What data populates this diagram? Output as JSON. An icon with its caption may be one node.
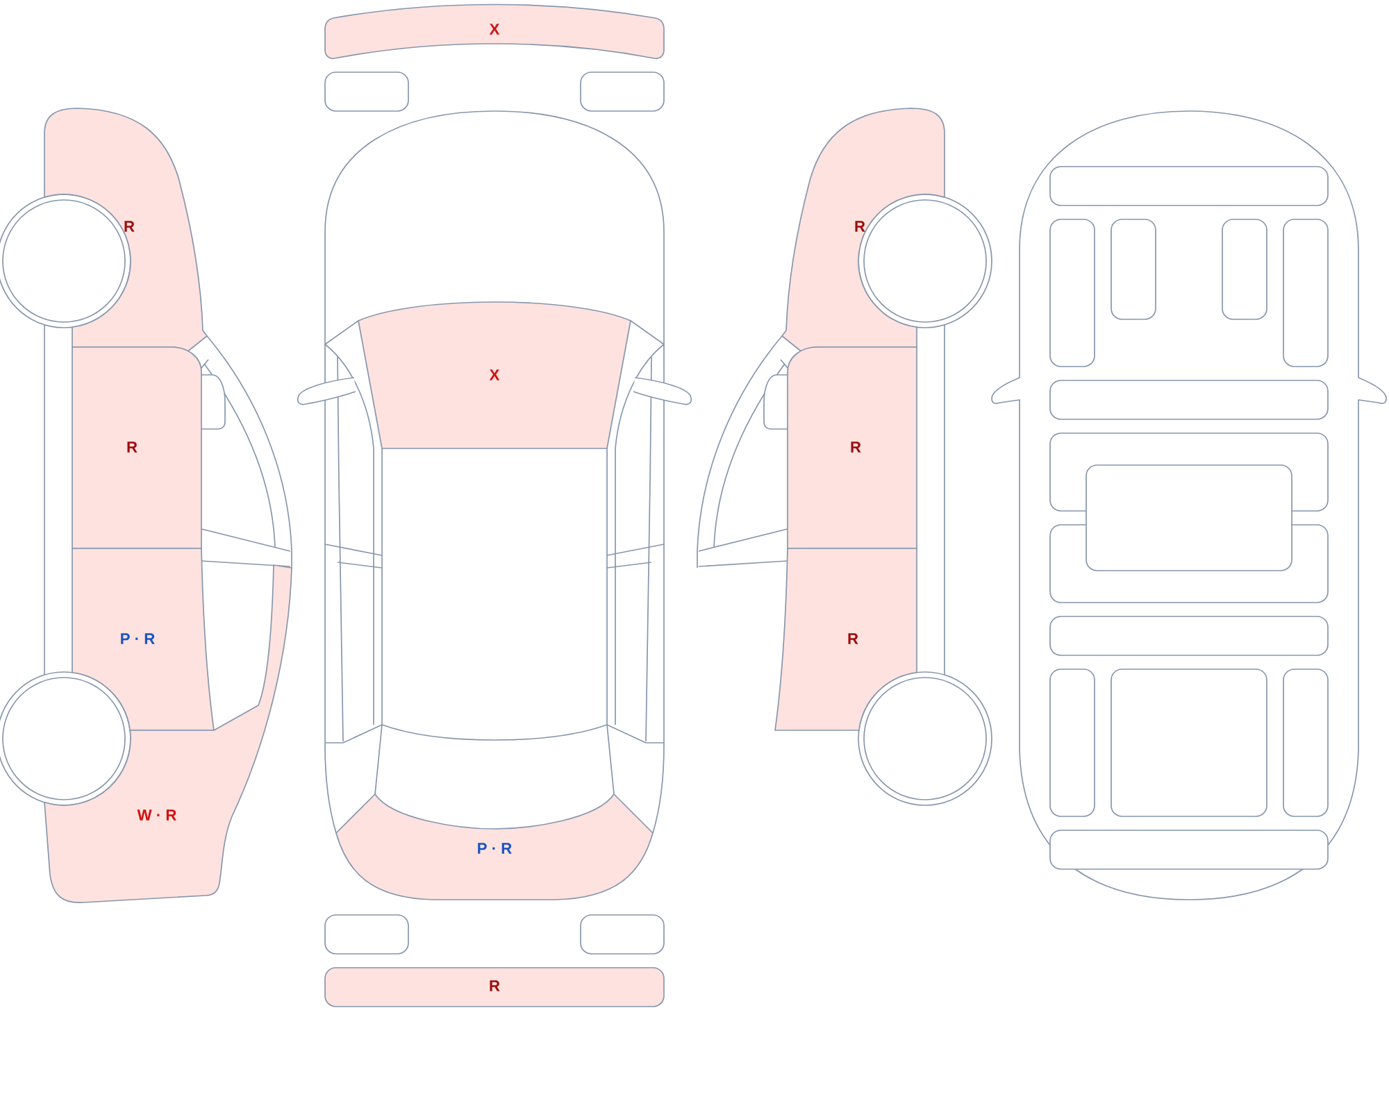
{
  "diagram": {
    "nodes": [
      {
        "text": [
          "R"
        ]
      },
      {
        "text": [
          "R"
        ]
      },
      {
        "text": [
          "P · R"
        ]
      },
      {
        "text": [
          "W · R"
        ]
      },
      {
        "text": [
          "X"
        ]
      },
      {
        "text": [
          "X"
        ]
      },
      {
        "text": [
          "P · R"
        ]
      },
      {
        "text": [
          "R"
        ]
      },
      {
        "text": [
          "R"
        ]
      },
      {
        "text": [
          "R"
        ]
      },
      {
        "text": [
          "R"
        ]
      }
    ]
  }
}
